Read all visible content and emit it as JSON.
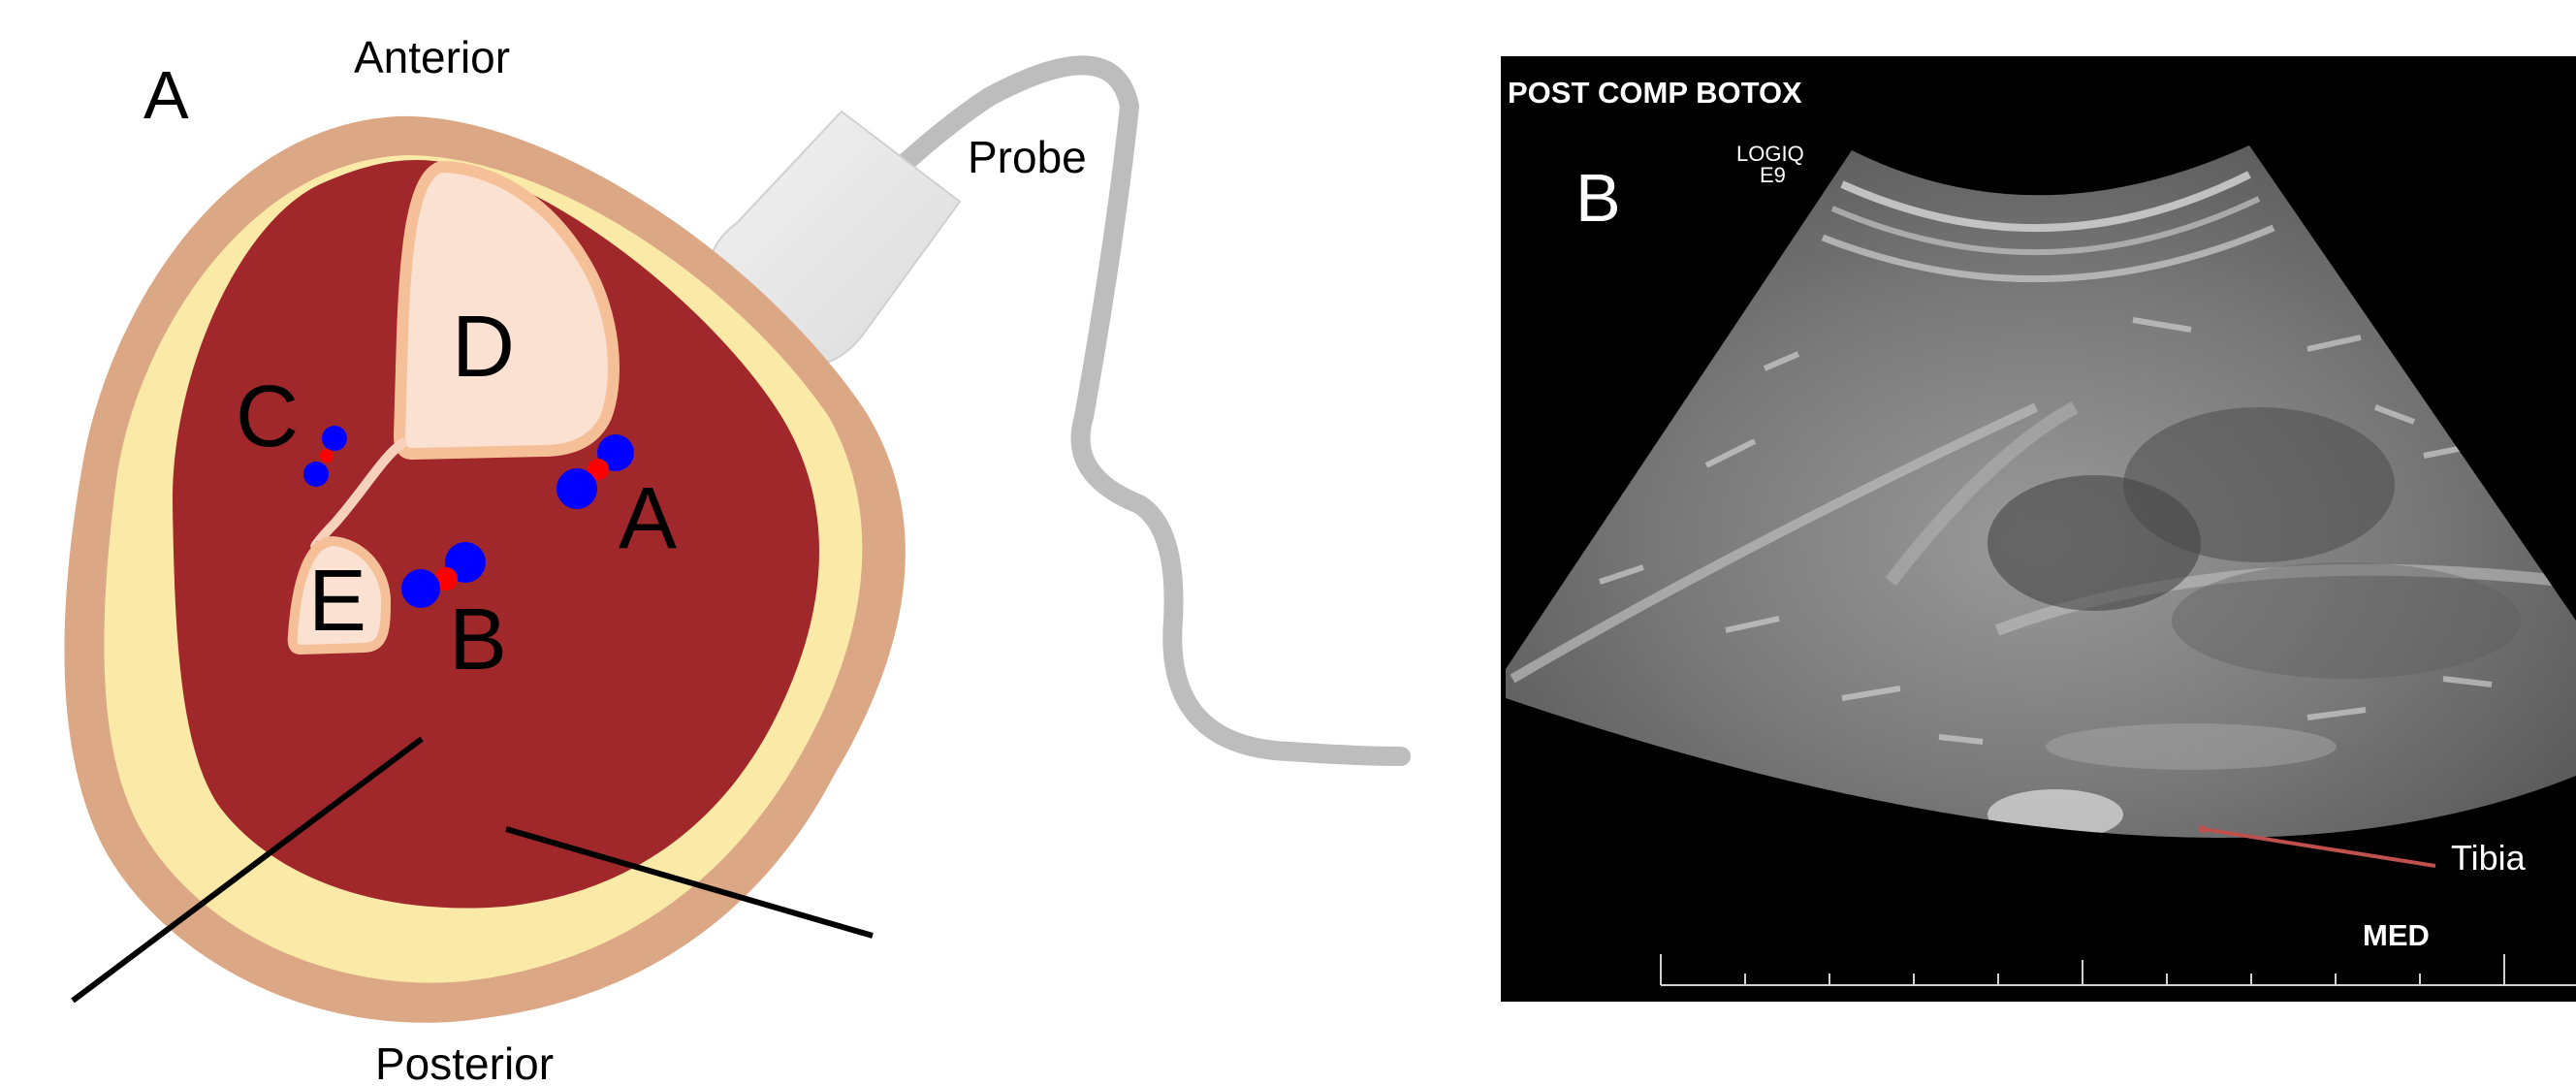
{
  "panel_a": {
    "panel_label": "A",
    "orientation_top": "Anterior",
    "orientation_bottom": "Posterior",
    "probe_label": "Probe",
    "structures": {
      "d": "D",
      "e": "E"
    },
    "neurovascular": {
      "a": "A",
      "b": "B",
      "c": "C"
    }
  },
  "panel_b": {
    "panel_label": "B",
    "header": "POST COMP BOTOX",
    "machine_line1": "LOGIQ",
    "machine_line2": "E9",
    "annotation": "Tibia",
    "side_marker": "MED"
  },
  "colors": {
    "skin": "#dca785",
    "fat": "#fbe9a8",
    "muscle": "#a0282b",
    "bone": "#fbe1d2",
    "bone_outline": "#f5bf98",
    "vein": "#0000ff",
    "artery": "#ff0000",
    "probe_body": "#ebebeb",
    "cable": "#bdbdbd",
    "ultrasound_bg": "#000000",
    "tibia_pointer": "#c0504d"
  }
}
